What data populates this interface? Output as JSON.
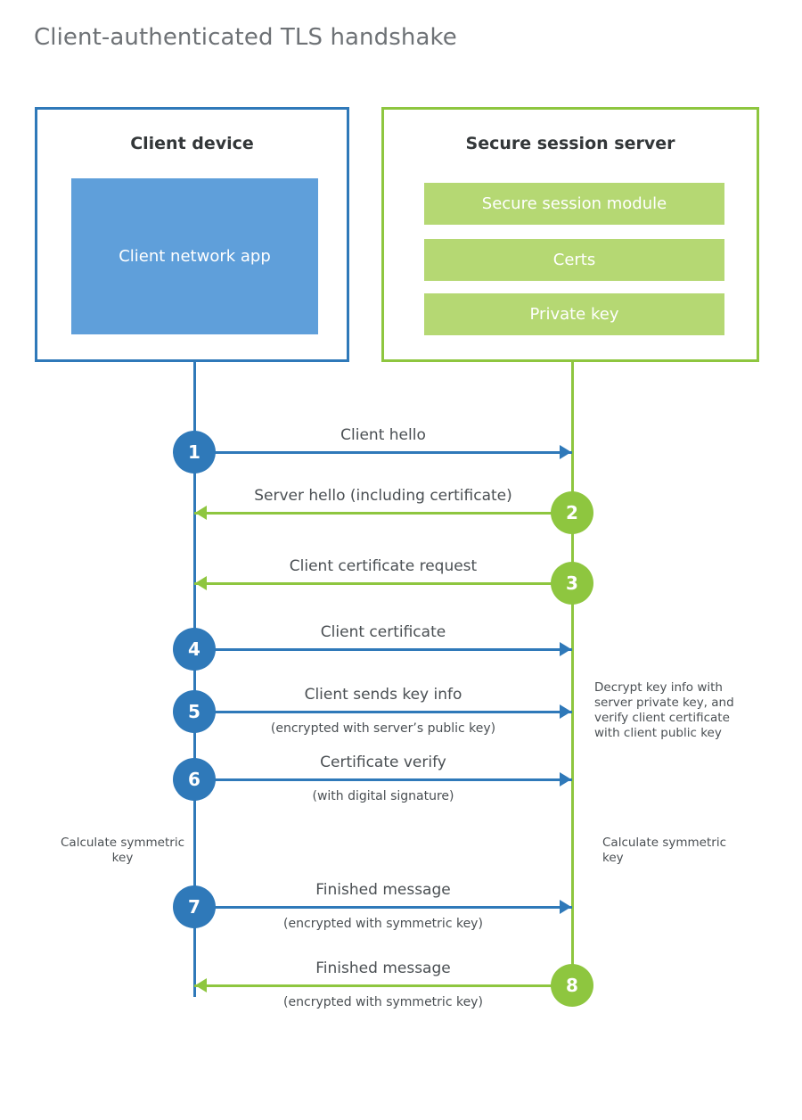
{
  "page": {
    "title": "Client-authenticated TLS handshake",
    "background": "#ffffff"
  },
  "colors": {
    "blue_border": "#2f79b9",
    "blue_fill": "#5f9fda",
    "green_border": "#8ec63f",
    "green_fill": "#b5d873",
    "text_dark": "#333739",
    "text_body": "#4a4f53",
    "title_gray": "#6e7276"
  },
  "participants": {
    "client": {
      "title": "Client device",
      "inner_label": "Client network app"
    },
    "server": {
      "title": "Secure session server",
      "rows": [
        "Secure session module",
        "Certs",
        "Private key"
      ]
    }
  },
  "messages": [
    {
      "step": "1",
      "label": "Client hello",
      "sub": "",
      "direction": "right",
      "color": "blue"
    },
    {
      "step": "2",
      "label": "Server hello (including certificate)",
      "sub": "",
      "direction": "left",
      "color": "green"
    },
    {
      "step": "3",
      "label": "Client certificate request",
      "sub": "",
      "direction": "left",
      "color": "green"
    },
    {
      "step": "4",
      "label": "Client certificate",
      "sub": "",
      "direction": "right",
      "color": "blue"
    },
    {
      "step": "5",
      "label": "Client sends key info",
      "sub": "(encrypted with server’s public key)",
      "direction": "right",
      "color": "blue"
    },
    {
      "step": "6",
      "label": "Certificate verify",
      "sub": "(with digital signature)",
      "direction": "right",
      "color": "blue"
    },
    {
      "step": "7",
      "label": "Finished message",
      "sub": "(encrypted with symmetric key)",
      "direction": "right",
      "color": "blue"
    },
    {
      "step": "8",
      "label": "Finished message",
      "sub": "(encrypted with symmetric key)",
      "direction": "left",
      "color": "green"
    }
  ],
  "notes": {
    "decrypt": "Decrypt key info with server private key, and verify client certificate with client public key",
    "calculate_left": "Calculate symmetric key",
    "calculate_right": "Calculate symmetric key"
  }
}
